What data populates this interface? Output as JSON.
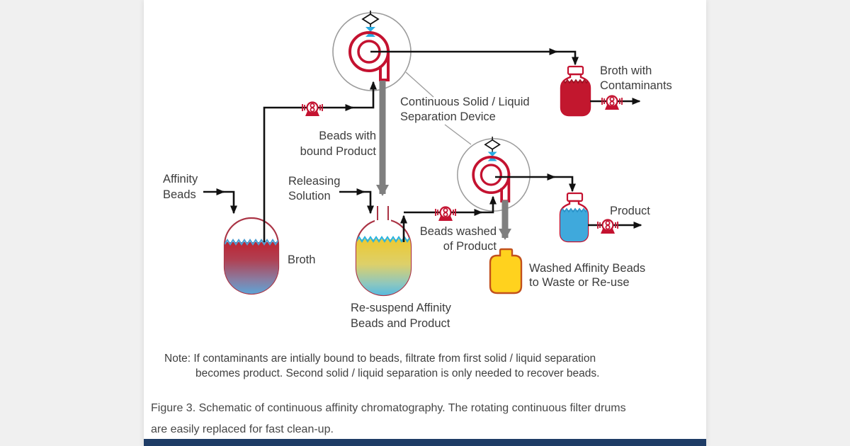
{
  "canvas": {
    "bg": "#f0f0f0",
    "panel_bg": "#ffffff",
    "accent_bar": "#1e3c66"
  },
  "diagram": {
    "colors": {
      "line_black": "#111111",
      "equipment_red": "#c41230",
      "gray_arrow": "#7f7f7f",
      "drum_outline": "#9b9b9b",
      "valve_cyan": "#29abe2",
      "broth_red": "#c2172e",
      "product_blue": "#3fa9dc",
      "beads_yellow": "#ffd21e"
    },
    "labels": {
      "affinity_beads_1": "Affinity",
      "affinity_beads_2": "Beads",
      "broth": "Broth",
      "releasing_1": "Releasing",
      "releasing_2": "Solution",
      "beads_bound_1": "Beads with",
      "beads_bound_2": "bound Product",
      "device_1": "Continuous Solid / Liquid",
      "device_2": "Separation Device",
      "broth_contaminants_1": "Broth with",
      "broth_contaminants_2": "Contaminants",
      "resuspend_1": "Re-suspend Affinity",
      "resuspend_2": "Beads and Product",
      "beads_washed_1": "Beads washed",
      "beads_washed_2": "of Product",
      "product": "Product",
      "waste_1": "Washed Affinity Beads",
      "waste_2": "to Waste or Re-use"
    }
  },
  "note": {
    "line1": "Note: If contaminants are intially bound to beads, filtrate from first solid / liquid separation",
    "line2": "becomes product. Second solid / liquid separation is only needed to recover beads."
  },
  "caption": {
    "line1": "Figure 3. Schematic of continuous affinity chromatography. The rotating continuous filter drums",
    "line2": "are easily replaced for fast clean-up."
  }
}
